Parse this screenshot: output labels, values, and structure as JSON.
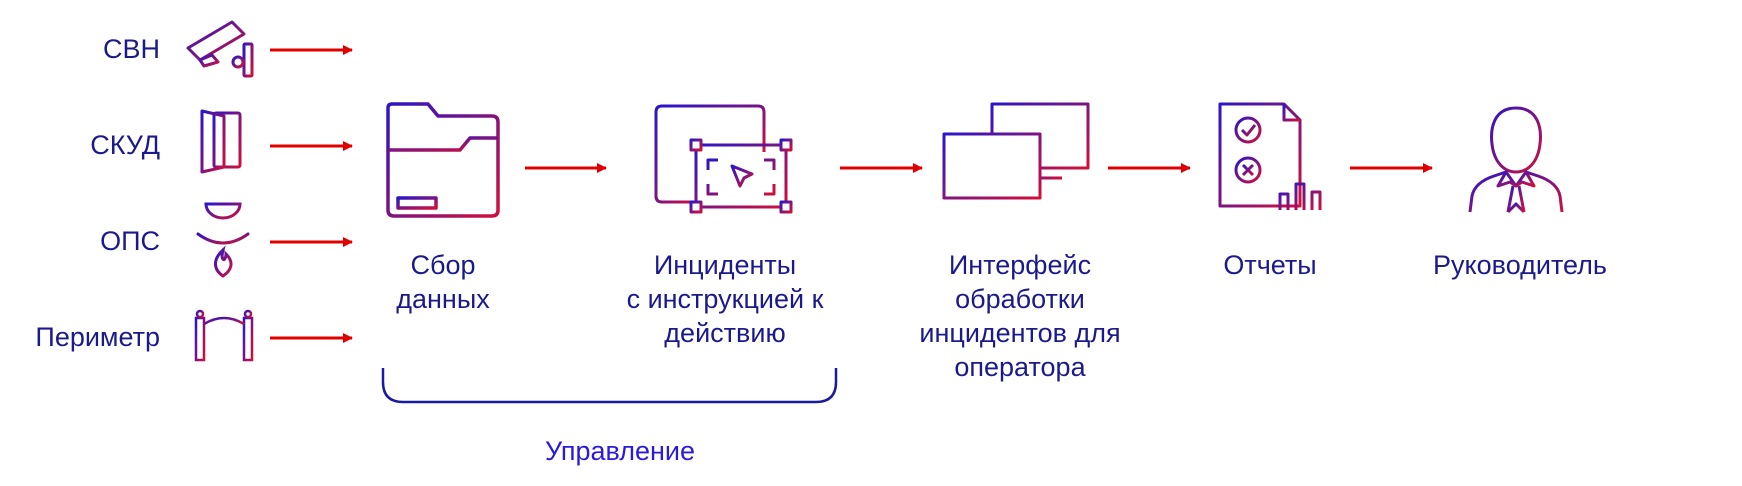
{
  "sources": [
    {
      "label": "СВН",
      "icon": "cctv-camera-icon"
    },
    {
      "label": "СКУД",
      "icon": "door-access-icon"
    },
    {
      "label": "ОПС",
      "icon": "fire-alarm-sensor-icon"
    },
    {
      "label": "Периметр",
      "icon": "perimeter-gate-icon"
    }
  ],
  "stages": [
    {
      "label": "Сбор\nданных",
      "icon": "folder-icon"
    },
    {
      "label": "Инциденты\nс инструкцией к\nдействию",
      "icon": "window-selection-icon"
    },
    {
      "label": "Интерфейс\nобработки\nинцидентов для\nоператора",
      "icon": "monitors-icon"
    },
    {
      "label": "Отчеты",
      "icon": "report-document-icon"
    },
    {
      "label": "Руководитель",
      "icon": "manager-person-icon"
    }
  ],
  "bracket_label": "Управление",
  "colors": {
    "text": "#1a1a8c",
    "arrow": "#e00000",
    "grad_start": "#2a16c8",
    "grad_end": "#d0103a",
    "bracket": "#1a1aa0"
  }
}
